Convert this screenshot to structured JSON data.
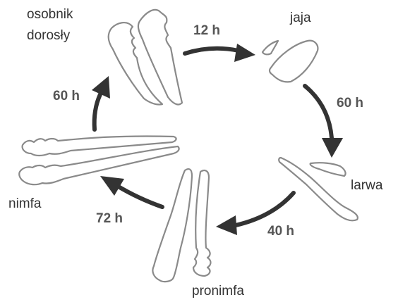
{
  "stages": {
    "adult": "osobnik\ndorosły",
    "eggs": "jaja",
    "larva": "larwa",
    "protonymph": "pronimfa",
    "nymph": "nimfa"
  },
  "durations": {
    "adult_to_eggs": "12 h",
    "eggs_to_larva": "60 h",
    "larva_to_protonymph": "40 h",
    "protonymph_to_nymph": "72 h",
    "nymph_to_adult": "60 h"
  },
  "colors": {
    "arrow": "#333333",
    "outline": "#8a8a8a",
    "stage_text": "#333333",
    "time_text": "#555555"
  }
}
